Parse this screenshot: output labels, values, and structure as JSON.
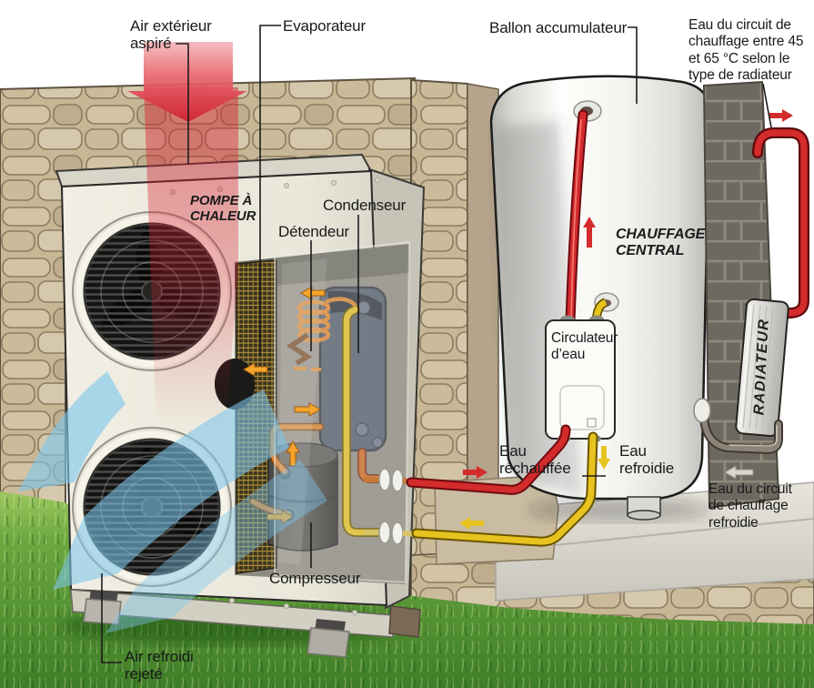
{
  "labels": {
    "air_exterieur": [
      "Air extérieur",
      "aspiré"
    ],
    "evaporateur": [
      "Evaporateur"
    ],
    "ballon": [
      "Ballon accumulateur"
    ],
    "eau_circuit_chauffage": [
      "Eau du circuit de",
      "chauffage entre 45",
      "et 65 °C selon le",
      "type de radiateur"
    ],
    "pompe_a_chaleur": [
      "POMPE À",
      "CHALEUR"
    ],
    "detendeur": [
      "Détendeur"
    ],
    "condenseur": [
      "Condenseur"
    ],
    "chauffage_central": [
      "CHAUFFAGE",
      "CENTRAL"
    ],
    "circulateur_eau": [
      "Circulateur",
      "d’eau"
    ],
    "radiateur": [
      "RADIATEUR"
    ],
    "eau_rechauffee": [
      "Eau",
      "réchauffée"
    ],
    "eau_refroidie": [
      "Eau",
      "refroidie"
    ],
    "eau_circuit_refroidie": [
      "Eau du circuit",
      "de chauffage",
      "refroidie"
    ],
    "compresseur": [
      "Compresseur"
    ],
    "air_refroidi": [
      "Air refroidi",
      "rejeté"
    ]
  },
  "colors": {
    "hot_water": "#d42b2c",
    "cold_water": "#e7c31f",
    "refrigerant": "#d9842a",
    "return_water": "#8d8478",
    "air_in": "#d81f30",
    "air_out": "#7dc6ec",
    "text": "#1a1a1a"
  }
}
